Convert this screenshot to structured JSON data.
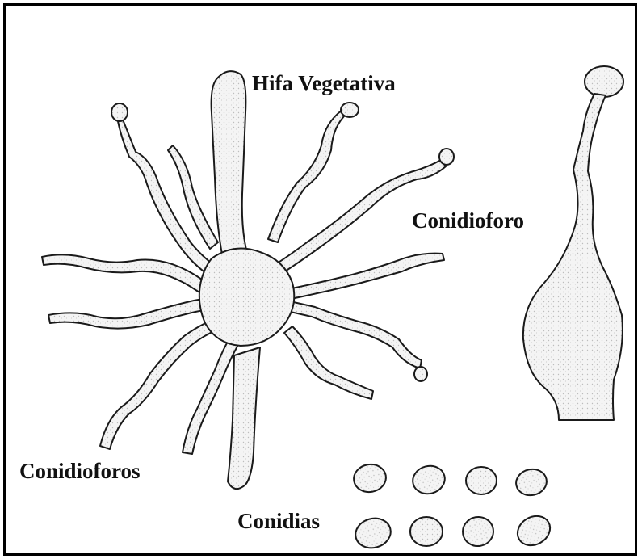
{
  "labels": {
    "hifa_vegetativa": "Hifa Vegetativa",
    "conidioforo": "Conidioforo",
    "conidioforos": "Conidioforos",
    "conidias": "Conidias"
  },
  "colors": {
    "stroke": "#1a1a1a",
    "fill": "#f3f3f3",
    "shade": "#c9c9c9",
    "background": "#ffffff"
  }
}
